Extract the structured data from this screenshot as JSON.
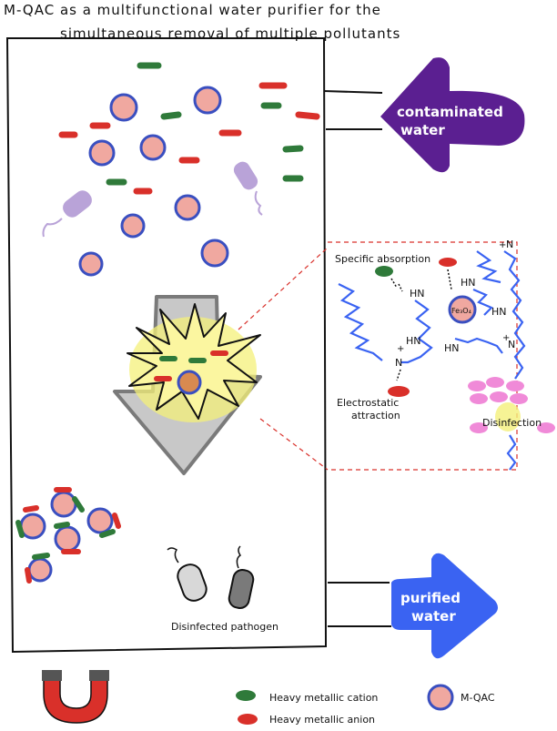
{
  "title": {
    "line1": "M-QAC as a multifunctional water purifier for the",
    "line2": "simultaneous removal of multiple pollutants"
  },
  "arrows": {
    "inlet": {
      "line1": "contaminated",
      "line2": "water",
      "color": "#5b1f91"
    },
    "outlet": {
      "line1": "purified",
      "line2": "water",
      "color": "#3a63f2"
    }
  },
  "zoom": {
    "specific_absorption": "Specific absorption",
    "fe3o4": "Fe₃O₄",
    "hn": "HN",
    "n_plus": "N",
    "plus": "+",
    "electrostatic_line1": "Electrostatic",
    "electrostatic_line2": "attraction",
    "disinfection": "Disinfection"
  },
  "pathogen_label": "Disinfected pathogen",
  "legend": {
    "cation": "Heavy metallic cation",
    "anion": "Heavy metallic anion",
    "mqac": "M-QAC"
  },
  "colors": {
    "cation": "#2f7a3a",
    "anion": "#d9302a",
    "particle_fill": "#f0a8a0",
    "particle_ring": "#3a4fc0",
    "pathogen": "#b9a3d8",
    "magnet_red": "#d9302a",
    "burst": "#f4f07a",
    "chain": "#3a63f2",
    "pink_cell": "#f08ad8"
  }
}
